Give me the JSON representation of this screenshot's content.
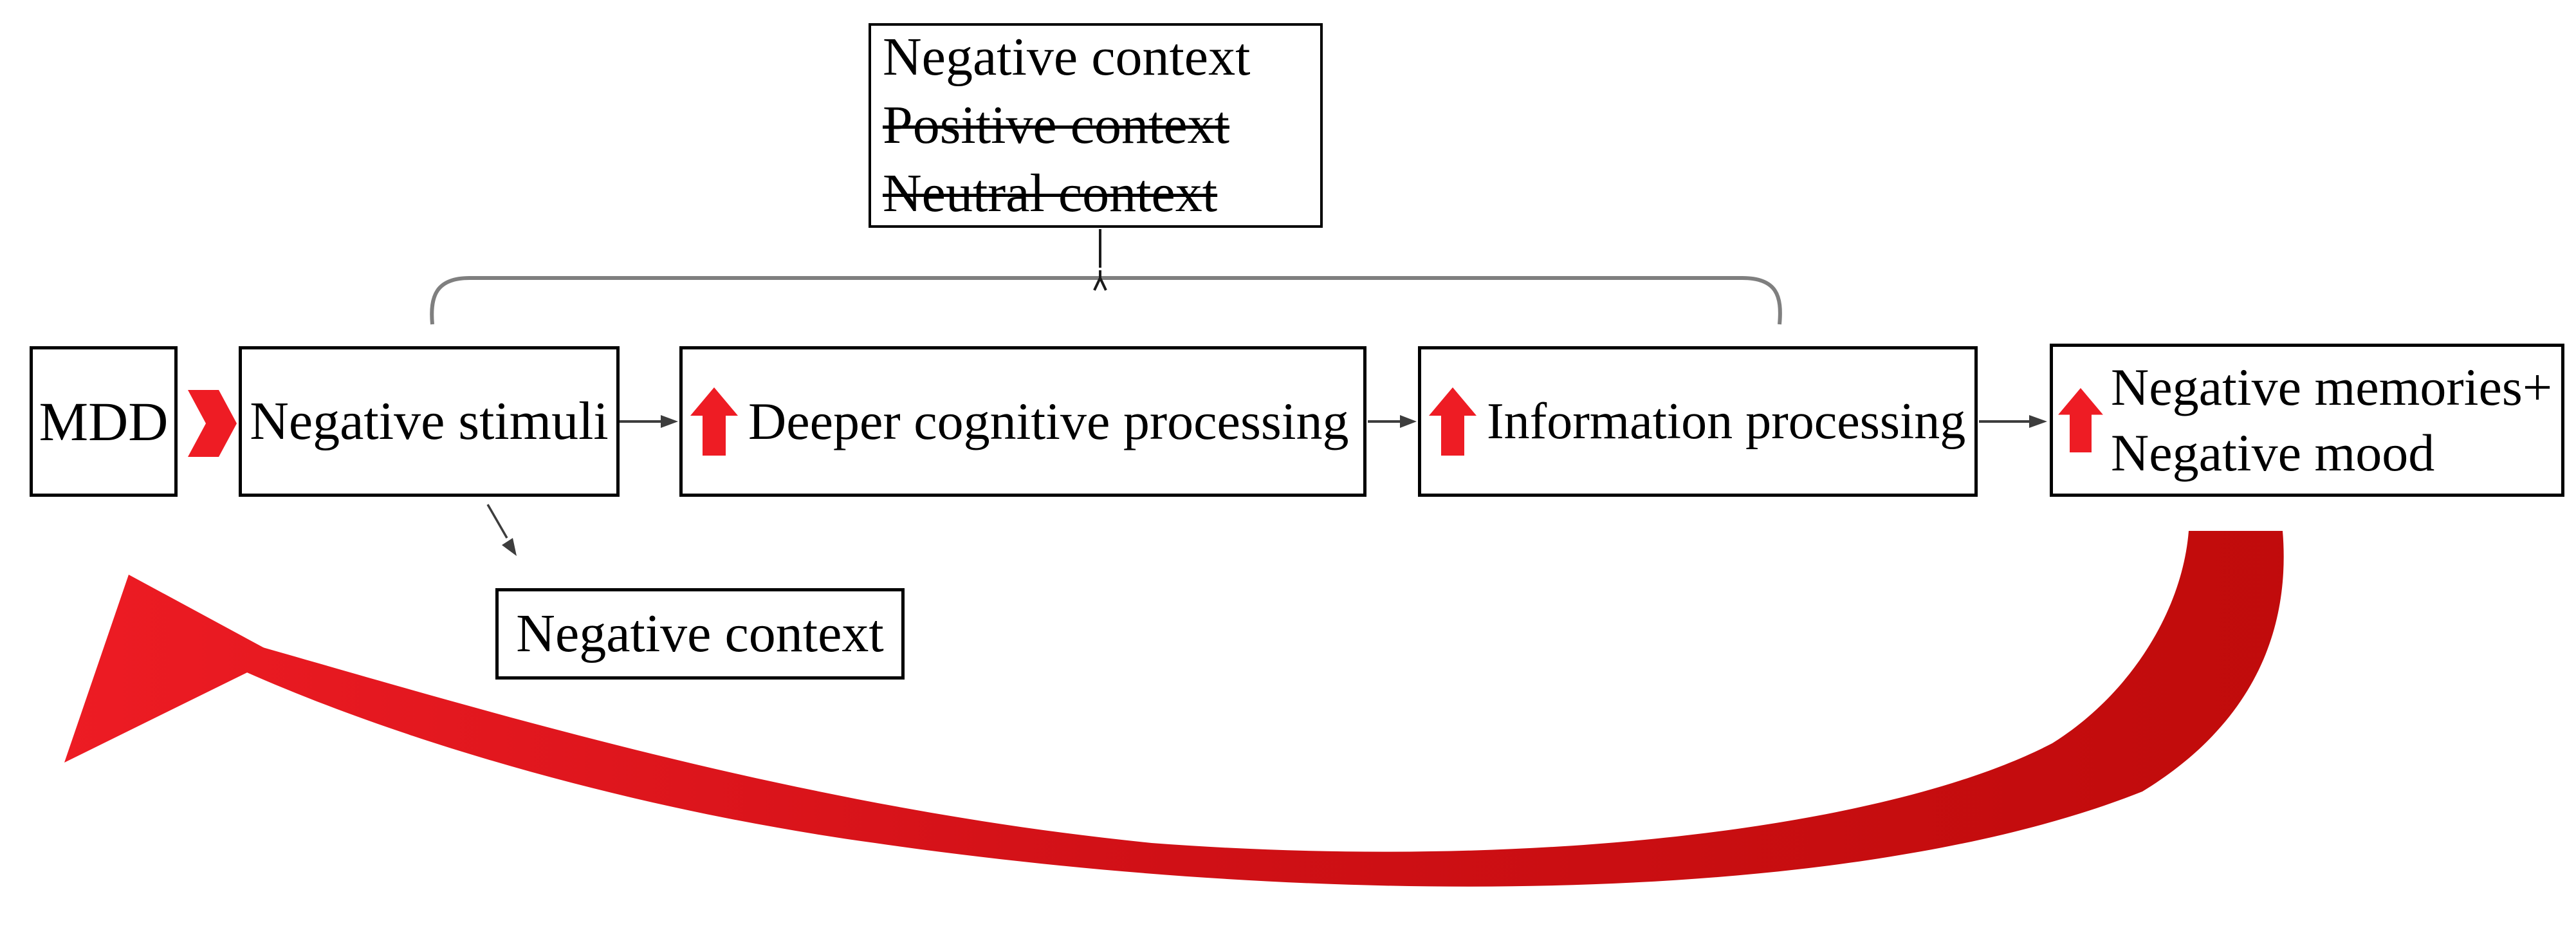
{
  "colors": {
    "background": "#ffffff",
    "box_border": "#000000",
    "text": "#000000",
    "bright_red": "#ee1c24",
    "mid_red": "#d01016",
    "dark_red": "#c00b0b",
    "connector_gray": "#3d3d3d",
    "brace_gray": "#7f7f7f"
  },
  "top_context_box": {
    "lines": [
      {
        "text": "Negative context",
        "struck": false
      },
      {
        "text": "Positive context",
        "struck": true
      },
      {
        "text": "Neutral context",
        "struck": true
      }
    ]
  },
  "flow_boxes": {
    "mdd": {
      "label": "MDD"
    },
    "negative_stimuli": {
      "label": "Negative stimuli"
    },
    "deeper_processing": {
      "label": "Deeper cognitive processing",
      "has_increase_arrow": true
    },
    "information_processing": {
      "label": "Information processing",
      "has_increase_arrow": true
    },
    "outcome": {
      "line1": "Negative memories+",
      "line2": "Negative mood",
      "has_increase_arrow": true
    }
  },
  "context_annotation_box": {
    "label": "Negative context"
  },
  "icons": {
    "chevron": "red-chevron-right-icon",
    "increase": "red-up-block-arrow-icon",
    "feedback": "red-curved-feedback-arrow",
    "grouping_bracket": "gray-horizontal-brace",
    "flow_connector": "small-right-arrow"
  }
}
